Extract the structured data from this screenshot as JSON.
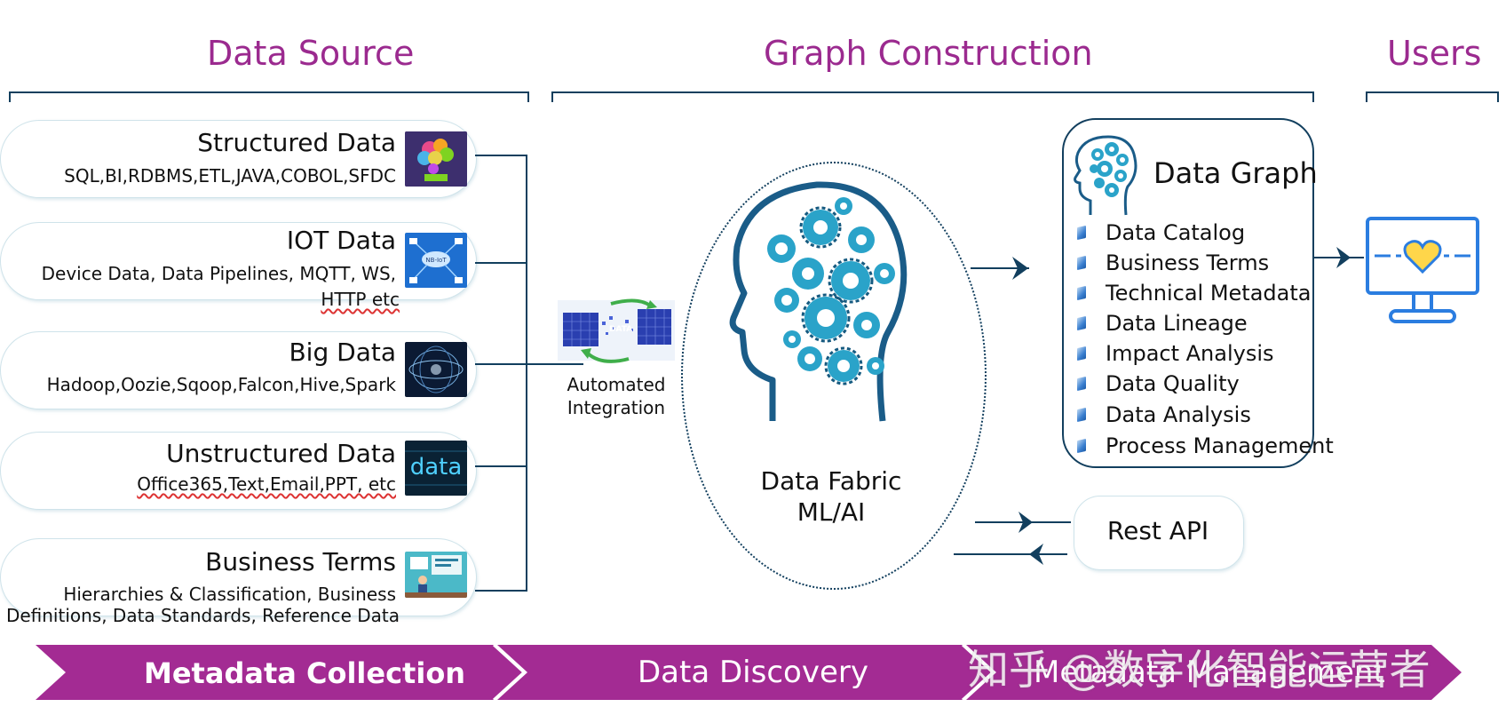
{
  "sections": {
    "data_source": "Data Source",
    "graph_construction": "Graph Construction",
    "users": "Users"
  },
  "sources": [
    {
      "title": "Structured Data",
      "subtitle_lines": [
        "SQL,BI,RDBMS,ETL,JAVA,COBOL,SFDC"
      ],
      "icon": "colorful-brain-tree-thumbnail"
    },
    {
      "title": "IOT Data",
      "subtitle_lines": [
        "Device Data, Data Pipelines, MQTT, WS,",
        "HTTP etc"
      ],
      "icon": "nb-iot-network-thumbnail"
    },
    {
      "title": "Big Data",
      "subtitle_lines": [
        "Hadoop,Oozie,Sqoop,Falcon,Hive,Spark"
      ],
      "icon": "big-data-sphere-thumbnail"
    },
    {
      "title": "Unstructured Data",
      "subtitle_lines": [
        "Office365,Text,Email,PPT, etc"
      ],
      "icon": "data-word-thumbnail"
    },
    {
      "title": "Business Terms",
      "subtitle_lines": [
        "Hierarchies & Classification, Business",
        "Definitions, Data Standards, Reference Data"
      ],
      "icon": "office-desk-illustration-thumbnail"
    }
  ],
  "integration": {
    "label_line1": "Automated",
    "label_line2": "Integration",
    "image_text": "DATA",
    "icon": "data-cubes-sync-icon"
  },
  "fabric": {
    "line1": "Data Fabric",
    "line2": "ML/AI",
    "icon": "gear-head-icon"
  },
  "data_graph": {
    "title": "Data Graph",
    "icon": "gear-head-small-icon",
    "items": [
      "Data Catalog",
      "Business Terms",
      "Technical Metadata",
      "Data Lineage",
      "Impact Analysis",
      "Data Quality",
      "Data Analysis",
      "Process Management"
    ]
  },
  "rest_api": {
    "label": "Rest API"
  },
  "users_icon": "monitor-heart-icon",
  "process_steps": [
    {
      "label": "Metadata Collection",
      "color": "#a32b93"
    },
    {
      "label": "Data Discovery",
      "color": "#a32b93"
    },
    {
      "label": "Metadata Management",
      "color": "#a32b93"
    }
  ],
  "watermark": "知乎 @数字化智能运营者",
  "colors": {
    "accent_purple": "#9b2a8f",
    "navy": "#123f5e",
    "blue_icon": "#2b7de0",
    "teal": "#2aa3c9"
  }
}
